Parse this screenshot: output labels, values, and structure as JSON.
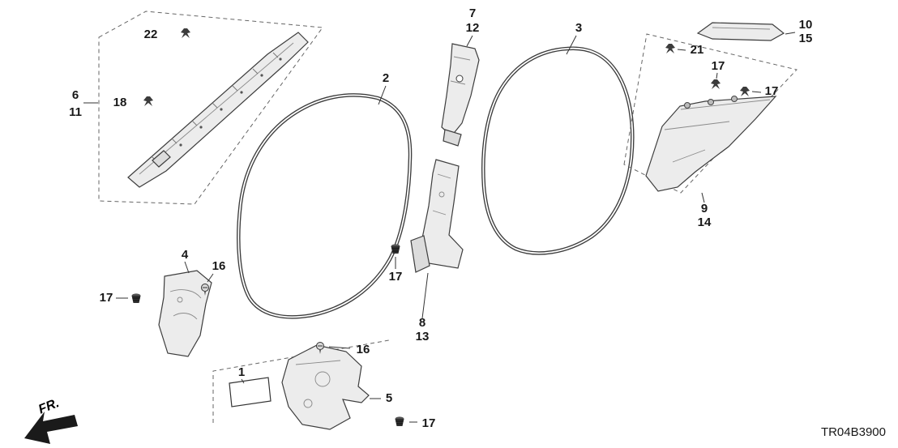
{
  "diagram": {
    "code": "TR04B3900",
    "fr_label": "FR.",
    "callouts": {
      "c22": "22",
      "c18": "18",
      "c6": "6",
      "c11": "11",
      "c2": "2",
      "c7": "7",
      "c12": "12",
      "c3": "3",
      "c21": "21",
      "c17_right_top": "17",
      "c17_right_mid": "17",
      "c10": "10",
      "c15": "15",
      "c9": "9",
      "c14": "14",
      "c4": "4",
      "c16_upper": "16",
      "c17_cowl": "17",
      "c17_bpillar": "17",
      "c8": "8",
      "c13": "13",
      "c16_lower": "16",
      "c1": "1",
      "c5": "5",
      "c17_sill": "17"
    }
  }
}
